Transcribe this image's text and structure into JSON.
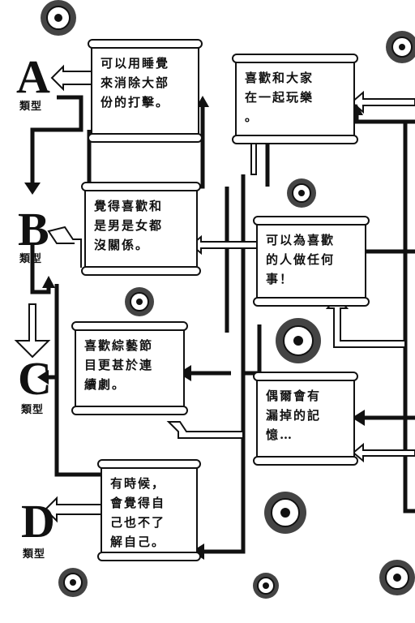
{
  "types": [
    {
      "letter": "A",
      "label": "類型"
    },
    {
      "letter": "B",
      "label": "類型"
    },
    {
      "letter": "C",
      "label": "類型"
    },
    {
      "letter": "D",
      "label": "類型"
    }
  ],
  "statements": [
    {
      "text": "可以用睡覺\n來消除大部\n份的打擊。"
    },
    {
      "text": "覺得喜歡和\n是男是女都\n沒關係。"
    },
    {
      "text": "喜歡綜藝節\n目更甚於連\n續劇。"
    },
    {
      "text": "有時候，\n會覺得自\n己也不了\n解自己。"
    },
    {
      "text": "喜歡和大家\n在一起玩樂\n。"
    },
    {
      "text": "可以為喜歡\n的人做任何\n事！"
    },
    {
      "text": "偶爾會有\n漏掉的記\n憶…"
    }
  ],
  "icons": [
    "flower-medallion-icon",
    "arrow-icon"
  ]
}
